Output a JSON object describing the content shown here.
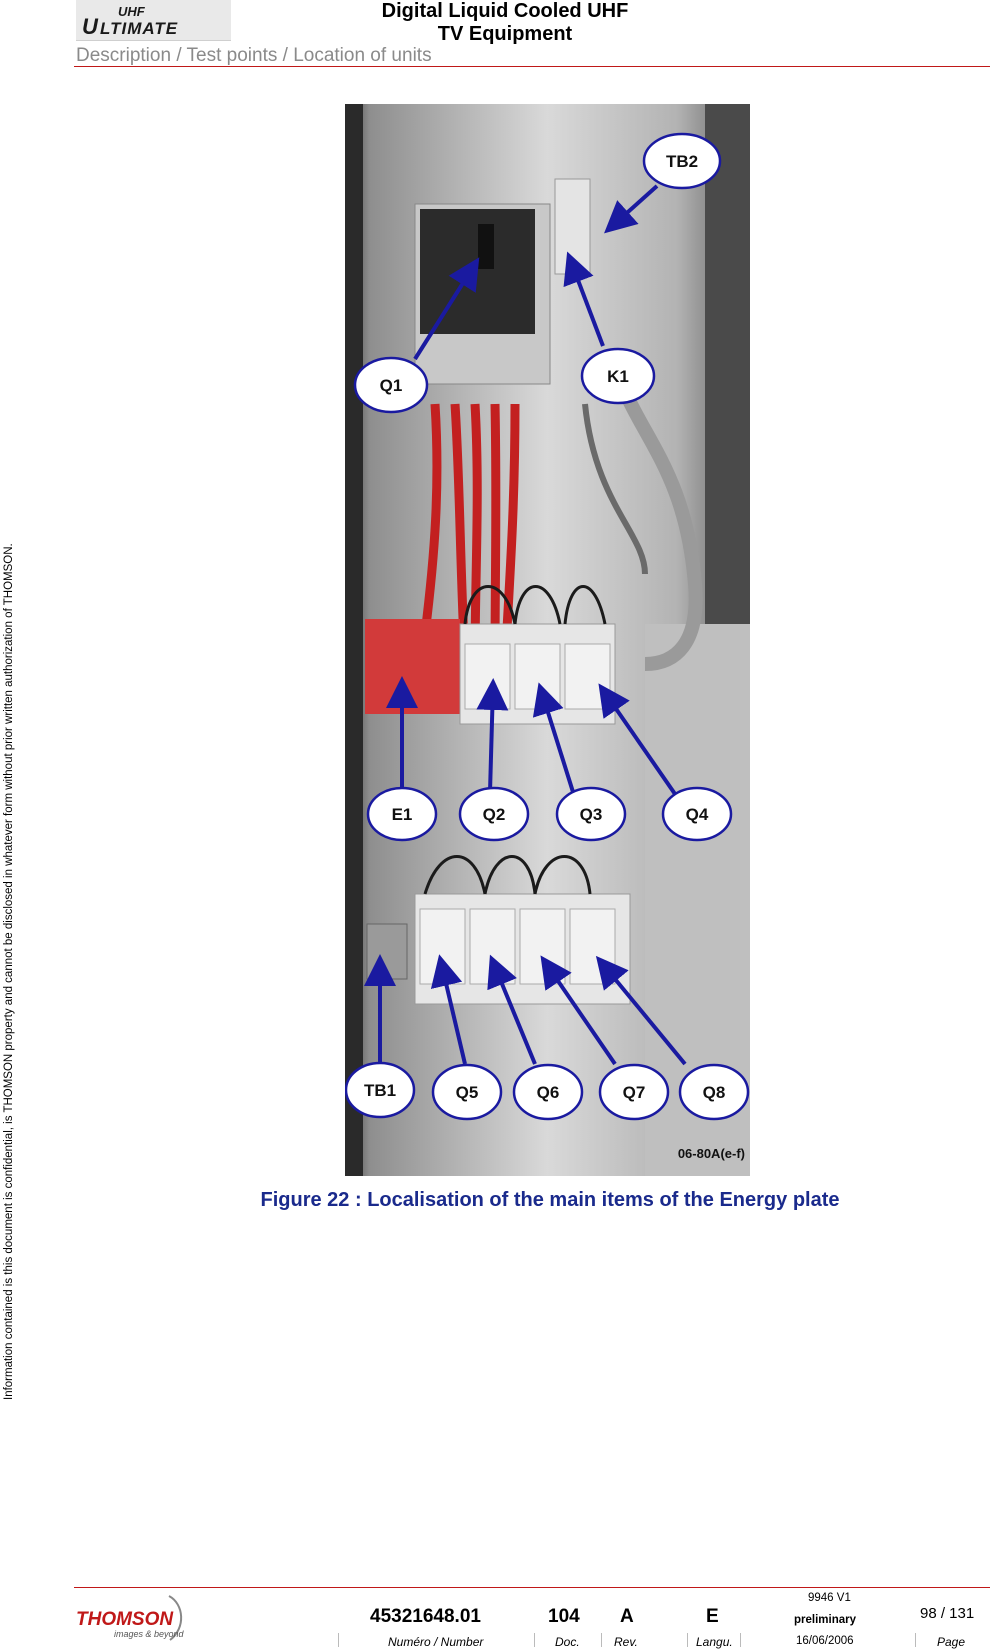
{
  "header": {
    "logo_text": "UHF ULTIMATE",
    "title_line1": "Digital Liquid Cooled UHF",
    "title_line2": "TV Equipment",
    "subtitle": "Description / Test points / Location of units"
  },
  "side_note": "Information contained is this document is confidential, is THOMSON property and cannot be disclosed in whatever form without prior written authorization of THOMSON.",
  "figure": {
    "labels": {
      "tb2": "TB2",
      "q1": "Q1",
      "k1": "K1",
      "e1": "E1",
      "q2": "Q2",
      "q3": "Q3",
      "q4": "Q4",
      "tb1": "TB1",
      "q5": "Q5",
      "q6": "Q6",
      "q7": "Q7",
      "q8": "Q8"
    },
    "ref": "06-80A(e-f)",
    "caption": "Figure 22 : Localisation of the main items of the Energy plate"
  },
  "footer": {
    "logo_text": "THOMSON",
    "logo_tagline": "images & beyond",
    "number": "45321648.01",
    "doc": "104",
    "rev": "A",
    "langu": "E",
    "version": "9946 V1",
    "status": "preliminary",
    "date": "16/06/2006",
    "page": "98 / 131",
    "lbl_number": "Numéro / Number",
    "lbl_doc": "Doc.",
    "lbl_rev": "Rev.",
    "lbl_langu": "Langu.",
    "lbl_page": "Page"
  },
  "colors": {
    "accent_red": "#c01818",
    "label_blue": "#1a1aa0",
    "caption_blue": "#1a2a8c"
  }
}
